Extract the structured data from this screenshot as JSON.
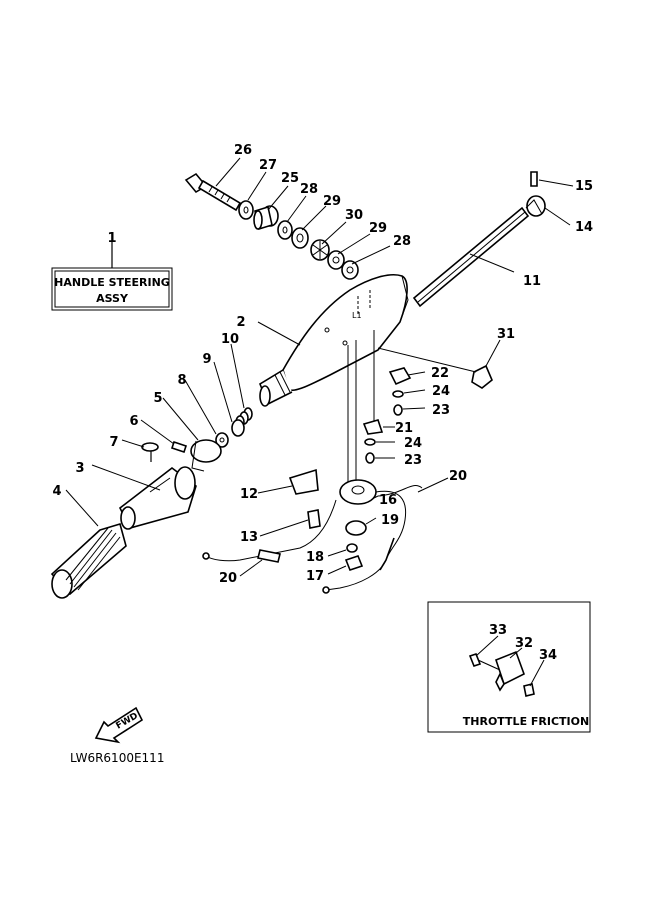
{
  "labels": {
    "handle_box_line1": "HANDLE STEERING",
    "handle_box_line2": "ASSY",
    "throttle_box": "THROTTLE FRICTION",
    "fwd": "FWD",
    "code": "LW6R6100E111"
  },
  "callouts": [
    {
      "id": "c1",
      "text": "1"
    },
    {
      "id": "c2",
      "text": "2"
    },
    {
      "id": "c3",
      "text": "3"
    },
    {
      "id": "c4",
      "text": "4"
    },
    {
      "id": "c5",
      "text": "5"
    },
    {
      "id": "c6",
      "text": "6"
    },
    {
      "id": "c7",
      "text": "7"
    },
    {
      "id": "c8",
      "text": "8"
    },
    {
      "id": "c9",
      "text": "9"
    },
    {
      "id": "c10",
      "text": "10"
    },
    {
      "id": "c11",
      "text": "11"
    },
    {
      "id": "c12",
      "text": "12"
    },
    {
      "id": "c13",
      "text": "13"
    },
    {
      "id": "c14",
      "text": "14"
    },
    {
      "id": "c15",
      "text": "15"
    },
    {
      "id": "c16",
      "text": "16"
    },
    {
      "id": "c17",
      "text": "17"
    },
    {
      "id": "c18",
      "text": "18"
    },
    {
      "id": "c19",
      "text": "19"
    },
    {
      "id": "c20a",
      "text": "20"
    },
    {
      "id": "c20b",
      "text": "20"
    },
    {
      "id": "c21",
      "text": "21"
    },
    {
      "id": "c22",
      "text": "22"
    },
    {
      "id": "c23a",
      "text": "23"
    },
    {
      "id": "c23b",
      "text": "23"
    },
    {
      "id": "c24a",
      "text": "24"
    },
    {
      "id": "c24b",
      "text": "24"
    },
    {
      "id": "c25",
      "text": "25"
    },
    {
      "id": "c26",
      "text": "26"
    },
    {
      "id": "c27",
      "text": "27"
    },
    {
      "id": "c28a",
      "text": "28"
    },
    {
      "id": "c28b",
      "text": "28"
    },
    {
      "id": "c29a",
      "text": "29"
    },
    {
      "id": "c29b",
      "text": "29"
    },
    {
      "id": "c30",
      "text": "30"
    },
    {
      "id": "c31",
      "text": "31"
    },
    {
      "id": "c32",
      "text": "32"
    },
    {
      "id": "c33",
      "text": "33"
    },
    {
      "id": "c34",
      "text": "34"
    }
  ]
}
